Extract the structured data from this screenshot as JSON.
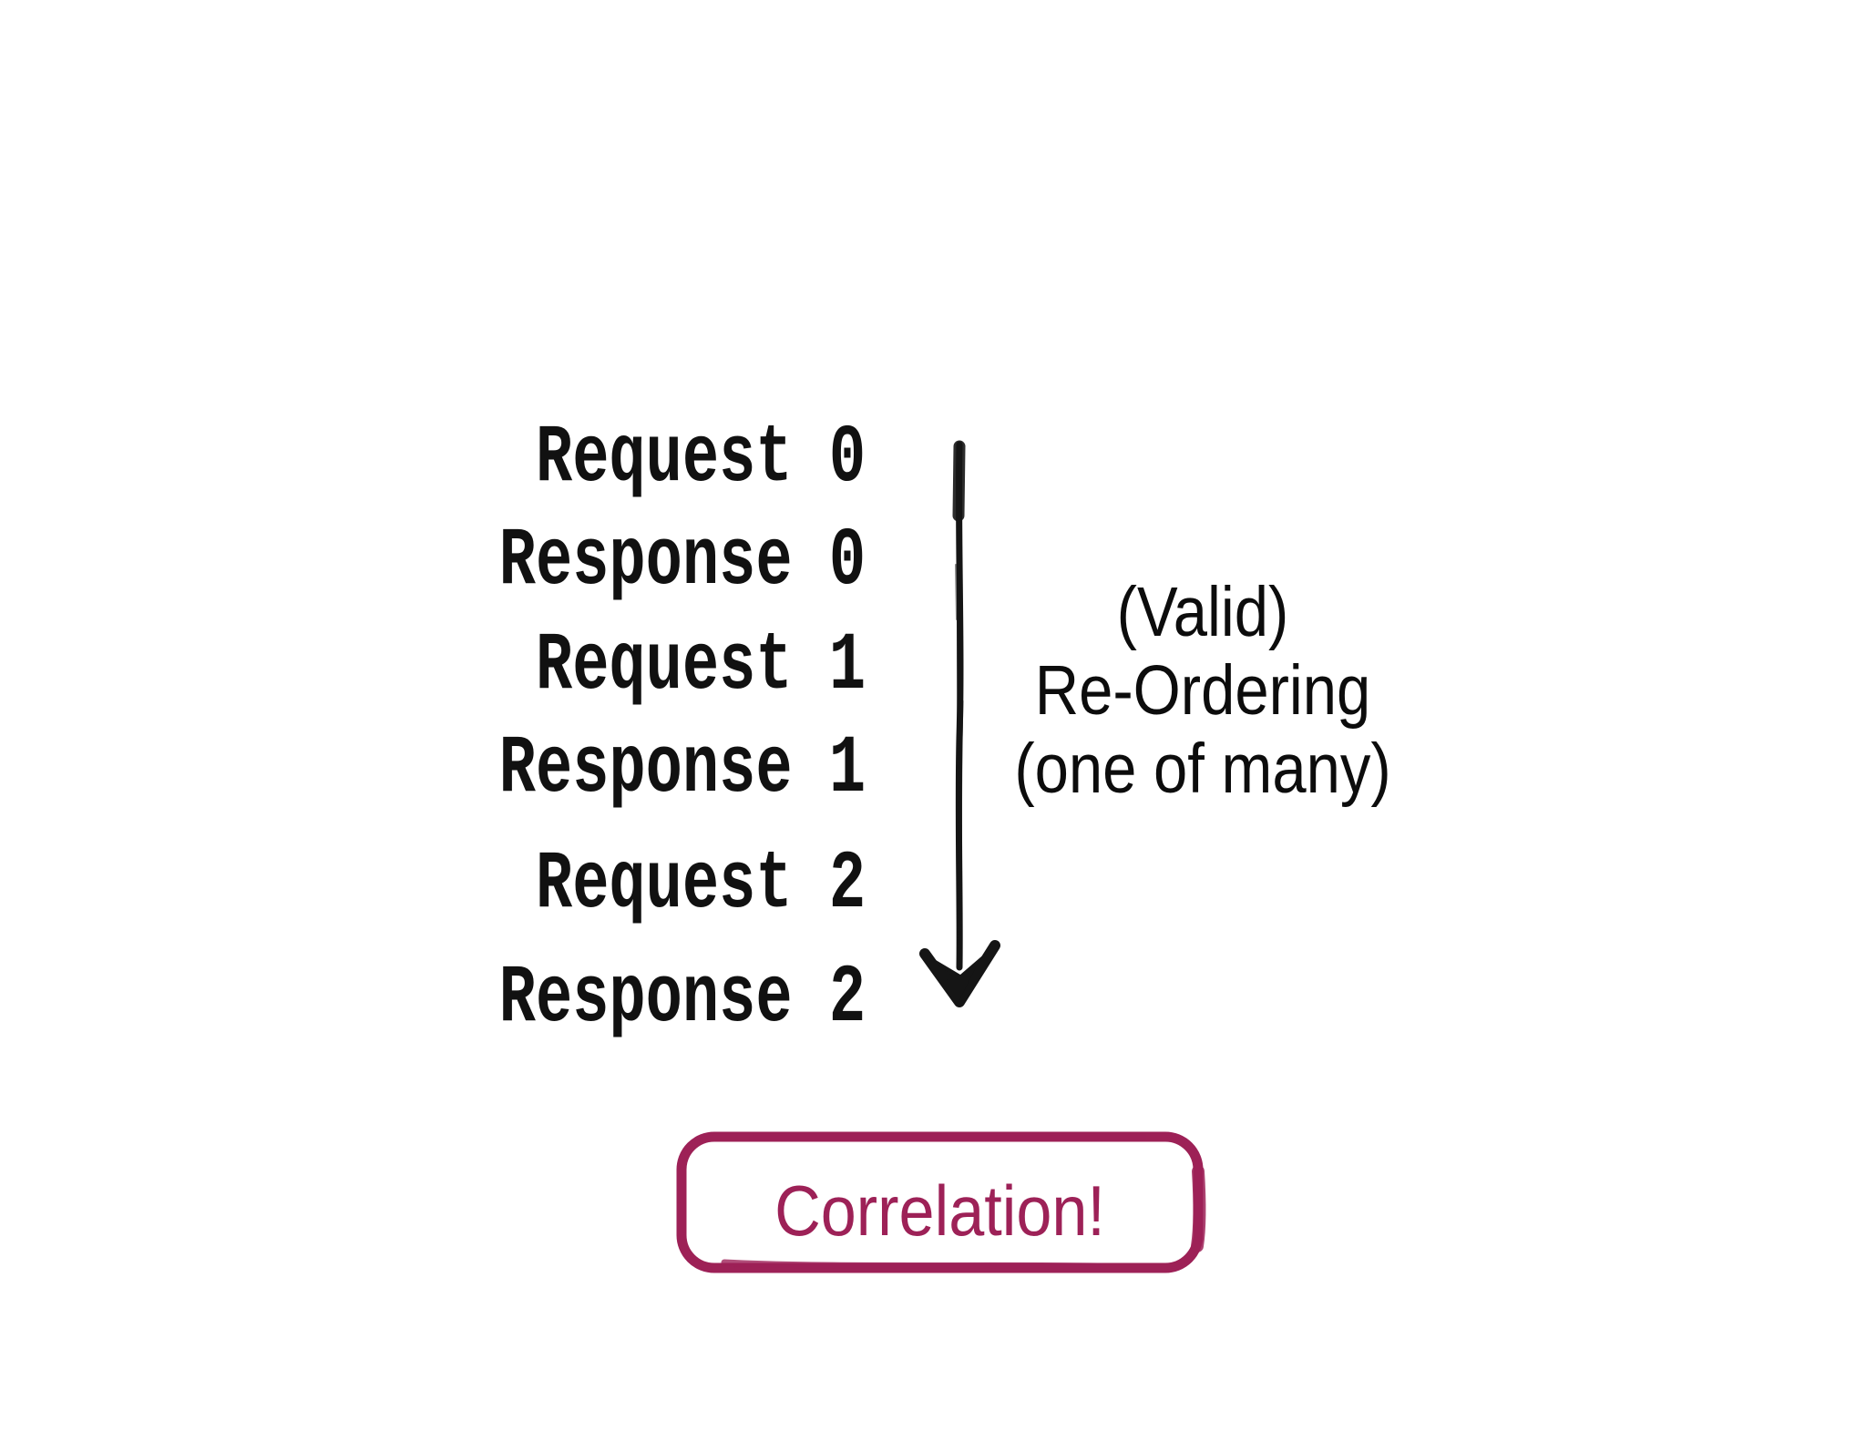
{
  "sequence": {
    "items": [
      {
        "label": "Request 0"
      },
      {
        "label": "Response 0"
      },
      {
        "label": "Request 1"
      },
      {
        "label": "Response 1"
      },
      {
        "label": "Request 2"
      },
      {
        "label": "Response 2"
      }
    ]
  },
  "arrow": {
    "direction": "down",
    "color": "#151515"
  },
  "annotation": {
    "line1": "(Valid)",
    "line2": "Re-Ordering",
    "line3": "(one of many)"
  },
  "stamp": {
    "label": "Correlation!",
    "color": "#9d2157"
  }
}
